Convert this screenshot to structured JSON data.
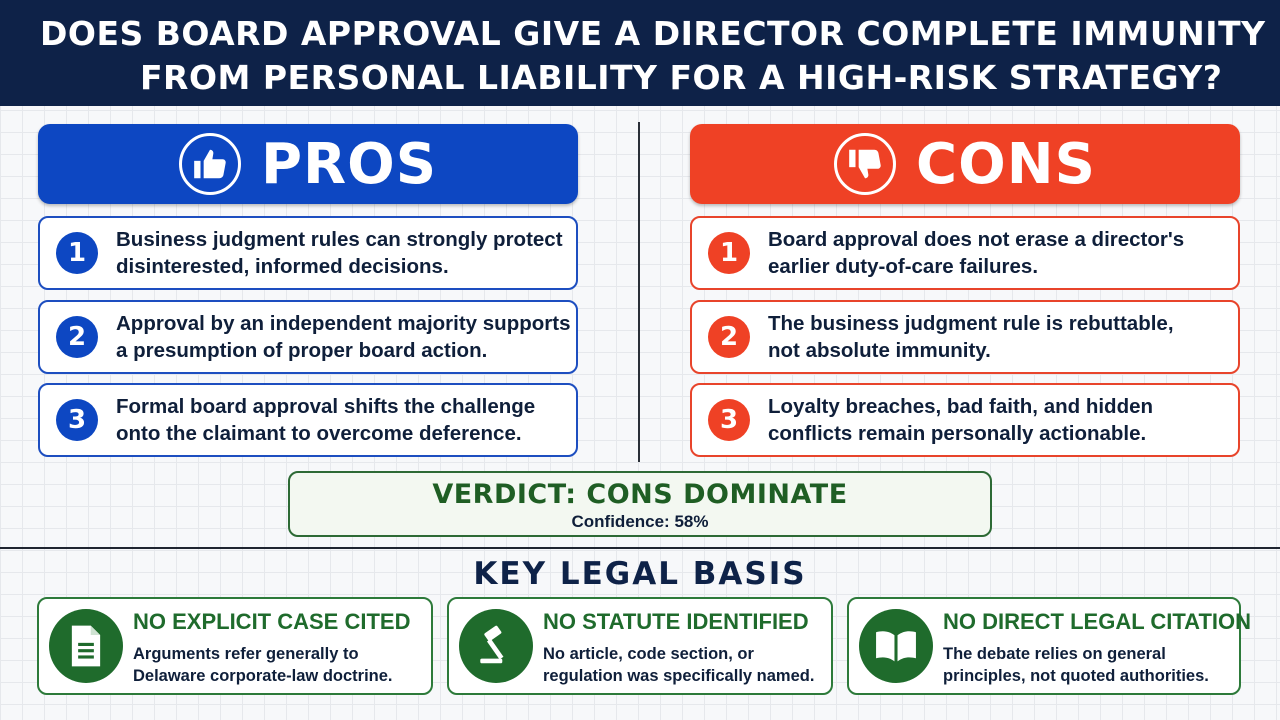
{
  "header": {
    "title_line1": "DOES BOARD APPROVAL GIVE A DIRECTOR COMPLETE IMMUNITY",
    "title_line2": "FROM PERSONAL LIABILITY FOR A HIGH-RISK STRATEGY?"
  },
  "pros": {
    "label": "PROS",
    "icon": "thumbs-up-icon",
    "color": "#0d47c2",
    "items": [
      {
        "num": "1",
        "line1": "Business judgment rules can strongly protect",
        "line2": "disinterested, informed decisions."
      },
      {
        "num": "2",
        "line1": "Approval by an independent majority supports",
        "line2": "a presumption of proper board action."
      },
      {
        "num": "3",
        "line1": "Formal board approval shifts the challenge",
        "line2": "onto the claimant to overcome deference."
      }
    ]
  },
  "cons": {
    "label": "CONS",
    "icon": "thumbs-down-icon",
    "color": "#ef4125",
    "items": [
      {
        "num": "1",
        "line1": "Board approval does not erase a director's",
        "line2": "earlier duty-of-care failures."
      },
      {
        "num": "2",
        "line1": "The business judgment rule is rebuttable,",
        "line2": "not absolute immunity."
      },
      {
        "num": "3",
        "line1": "Loyalty breaches, bad faith, and hidden",
        "line2": "conflicts remain personally actionable."
      }
    ]
  },
  "verdict": {
    "title": "VERDICT: CONS DOMINATE",
    "confidence": "Confidence: 58%",
    "color": "#1f5e24"
  },
  "basis": {
    "title": "KEY LEGAL BASIS",
    "items": [
      {
        "icon": "document-icon",
        "title": "NO EXPLICIT CASE CITED",
        "line1": "Arguments refer generally to",
        "line2": "Delaware corporate-law doctrine."
      },
      {
        "icon": "gavel-icon",
        "title": "NO STATUTE IDENTIFIED",
        "line1": "No article, code section, or",
        "line2": "regulation was specifically named."
      },
      {
        "icon": "book-icon",
        "title": "NO DIRECT LEGAL CITATION",
        "line1": "The debate relies on general",
        "line2": "principles, not quoted authorities."
      }
    ]
  }
}
